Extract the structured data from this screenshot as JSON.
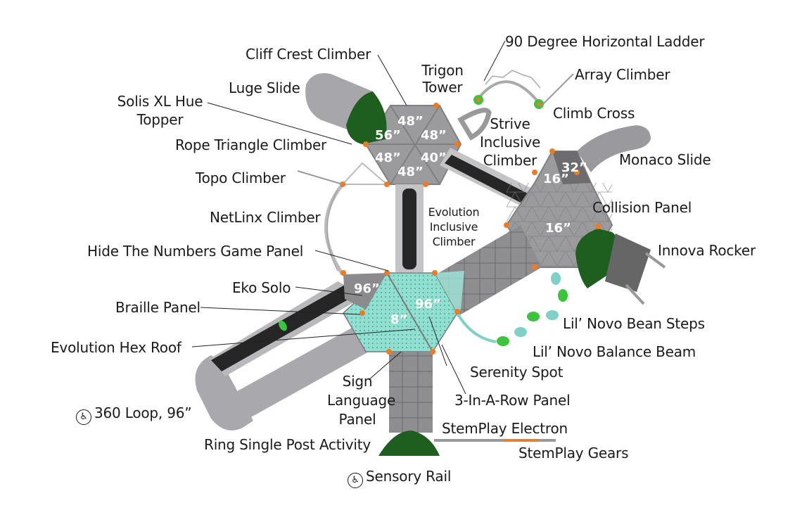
{
  "title": "Playground structure plan view",
  "colors": {
    "deck_gray": "#9a9a9c",
    "slide_gray": "#a7a7ab",
    "roof_green": "#1e5e1e",
    "teal_panel": "#8fe0d0",
    "node_orange": "#f07a22",
    "accent_green": "#3cc43c",
    "tube_black": "#222222"
  },
  "labels": {
    "cliff_crest": "Cliff Crest Climber",
    "trigon_1": "Trigon",
    "trigon_2": "Tower",
    "horizontal_ladder": "90 Degree Horizontal Ladder",
    "array_climber": "Array Climber",
    "climb_cross": "Climb Cross",
    "luge_slide": "Luge Slide",
    "solis_1": "Solis XL Hue",
    "solis_2": "Topper",
    "rope_triangle": "Rope Triangle Climber",
    "strive_1": "Strive",
    "strive_2": "Inclusive",
    "strive_3": "Climber",
    "monaco_slide": "Monaco Slide",
    "topo_climber": "Topo Climber",
    "netlinx": "NetLinx Climber",
    "evolution_inc_1": "Evolution",
    "evolution_inc_2": "Inclusive",
    "evolution_inc_3": "Climber",
    "collision_panel": "Collision Panel",
    "hide_numbers": "Hide The Numbers Game Panel",
    "innova_rocker": "Innova Rocker",
    "eko_solo": "Eko Solo",
    "braille_panel": "Braille Panel",
    "bean_steps": "Lil’ Novo Bean Steps",
    "evolution_hex_roof": "Evolution Hex Roof",
    "balance_beam": "Lil’ Novo Balance Beam",
    "serenity_spot": "Serenity Spot",
    "sign_1": "Sign",
    "sign_2": "Language",
    "sign_3": "Panel",
    "three_in_row": "3-In-A-Row Panel",
    "loop_360": "360 Loop, 96”",
    "stemplay_electron": "StemPlay Electron",
    "ring_single_post": "Ring Single Post Activity",
    "stemplay_gears": "StemPlay Gears",
    "sensory_rail": "Sensory Rail"
  },
  "accessibility_icon": "♿",
  "deck_heights": {
    "top_a": "48”",
    "top_b": "56”",
    "top_c": "48”",
    "top_d": "48”",
    "top_e": "40”",
    "top_f": "48”",
    "right_a": "32”",
    "right_b": "16”",
    "right_c": "16”",
    "hex_left": "96”",
    "hex_mid": "96”",
    "hex_low": "8”"
  }
}
